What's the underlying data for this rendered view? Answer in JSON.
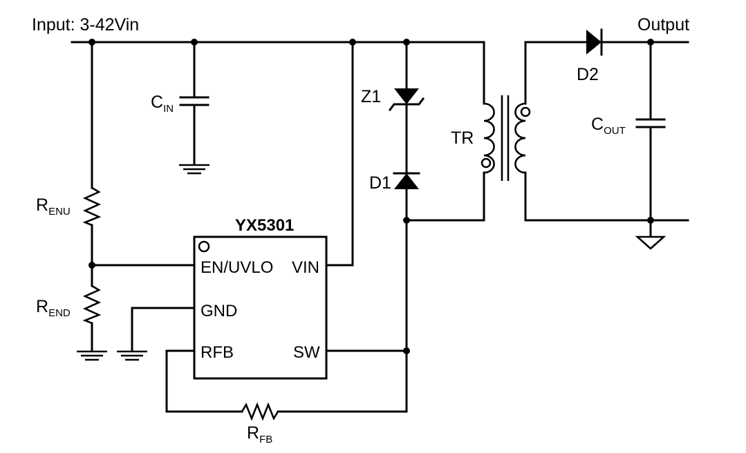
{
  "labels": {
    "input": "Input: 3-42Vin",
    "output": "Output",
    "chip_name": "YX5301",
    "transformer": "TR",
    "zener": "Z1",
    "diode1": "D1",
    "diode2": "D2",
    "cin_main": "C",
    "cin_sub": "IN",
    "cout_main": "C",
    "cout_sub": "OUT",
    "renu_main": "R",
    "renu_sub": "ENU",
    "rend_main": "R",
    "rend_sub": "END",
    "rfb_main": "R",
    "rfb_sub": "FB"
  },
  "pins": {
    "en_uvlo": "EN/UVLO",
    "vin": "VIN",
    "gnd": "GND",
    "rfb": "RFB",
    "sw": "SW"
  }
}
